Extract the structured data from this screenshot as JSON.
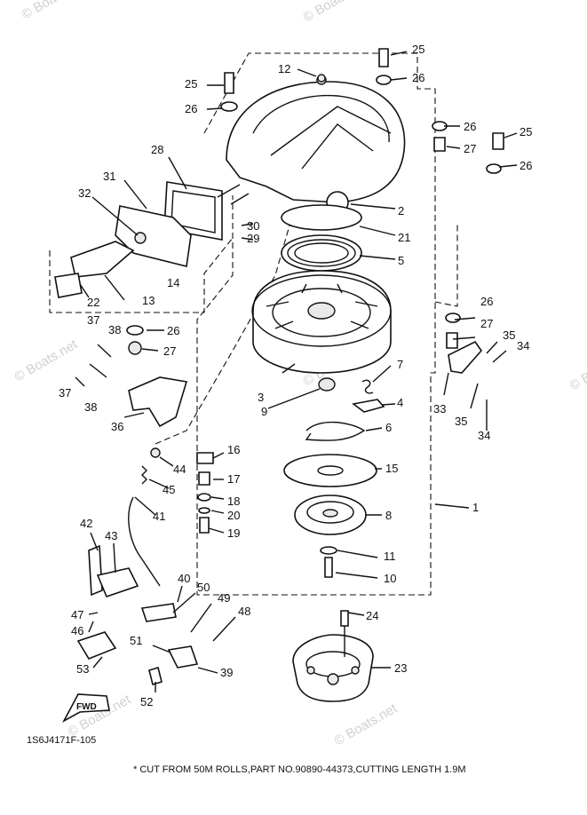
{
  "diagram_code": "1S6J4171F-105",
  "footnote": "* CUT FROM 50M ROLLS,PART NO.90890-44373,CUTTING LENGTH 1.9M",
  "watermark": "© Boats.net",
  "direction_marker": "FWD",
  "labels": {
    "l1": "1",
    "l2": "2",
    "l3": "3",
    "l4": "4",
    "l5": "5",
    "l6": "6",
    "l7": "7",
    "l8": "8",
    "l9": "9",
    "l10": "10",
    "l11": "11",
    "l12": "12",
    "l13": "13",
    "l14": "14",
    "l15": "15",
    "l16": "16",
    "l17": "17",
    "l18": "18",
    "l19": "19",
    "l20": "20",
    "l21": "21",
    "l22": "22",
    "l23": "23",
    "l24": "24",
    "l25": "25",
    "l26": "26",
    "l27": "27",
    "l28": "28",
    "l29": "29",
    "l30": "30",
    "l31": "31",
    "l32": "32",
    "l33": "33",
    "l34": "34",
    "l35": "35",
    "l36": "36",
    "l37": "37",
    "l38": "38",
    "l39": "39",
    "l40": "40",
    "l41": "41",
    "l42": "42",
    "l43": "43",
    "l44": "44",
    "l45": "45",
    "l46": "46",
    "l47": "47",
    "l48": "48",
    "l49": "49",
    "l50": "50",
    "l51": "51",
    "l52": "52",
    "l53": "53"
  }
}
